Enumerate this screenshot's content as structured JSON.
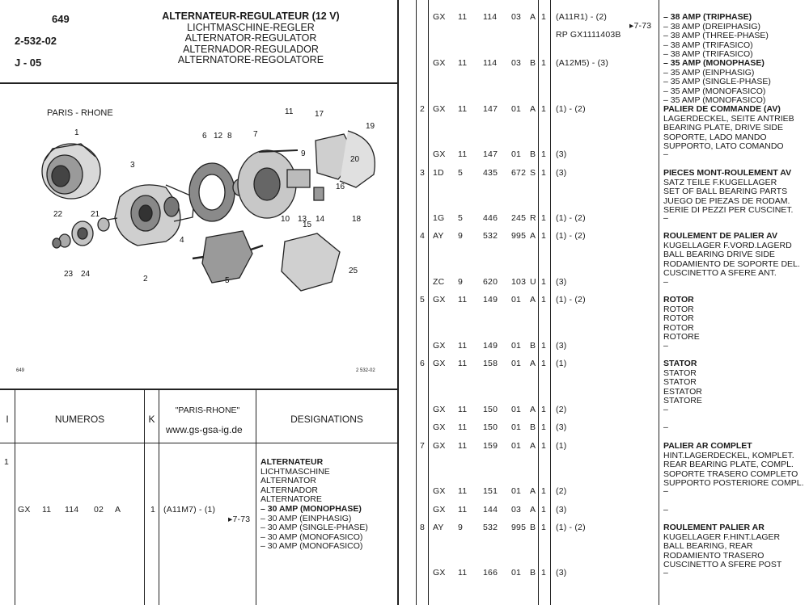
{
  "header": {
    "page_no": "649",
    "ref": "2-532-02",
    "date": "J - 05",
    "titles": [
      "ALTERNATEUR-REGULATEUR (12 V)",
      "LICHTMASCHINE-REGLER",
      "ALTERNATOR-REGULATOR",
      "ALTERNADOR-REGULADOR",
      "ALTERNATORE-REGOLATORE"
    ]
  },
  "diagram": {
    "brand": "PARIS - RHONE",
    "page_mark": "649",
    "ref_mark": "2 532-02",
    "callouts": [
      "1",
      "2",
      "3",
      "4",
      "5",
      "6",
      "7",
      "8",
      "9",
      "10",
      "11",
      "12",
      "13",
      "14",
      "15",
      "16",
      "17",
      "18",
      "19",
      "20",
      "21",
      "22",
      "23",
      "24",
      "25"
    ]
  },
  "table_header": {
    "col_i": "I",
    "numeros": "NUMEROS",
    "col_k": "K",
    "brand": "\"PARIS-RHONE\"",
    "website": "www.gs-gsa-ig.de",
    "designations": "DESIGNATIONS"
  },
  "left_rows": [
    {
      "item": "1",
      "prefix": "GX",
      "n1": "11",
      "n2": "114",
      "n3": "02",
      "v": "A",
      "k": "1",
      "ref": "(A11M7) - (1)",
      "see": "▸7-73",
      "desc": [
        {
          "text": "ALTERNATEUR",
          "bold": true
        },
        {
          "text": "LICHTMASCHINE",
          "bold": false
        },
        {
          "text": "ALTERNATOR",
          "bold": false
        },
        {
          "text": "ALTERNADOR",
          "bold": false
        },
        {
          "text": "ALTERNATORE",
          "bold": false
        },
        {
          "text": "–  30 AMP (MONOPHASE)",
          "bold": true
        },
        {
          "text": "–  30 AMP (EINPHASIG)",
          "bold": false
        },
        {
          "text": "–  30 AMP (SINGLE-PHASE)",
          "bold": false
        },
        {
          "text": "–  30 AMP (MONOFASICO)",
          "bold": false
        },
        {
          "text": "–  30 AMP (MONOFASICO)",
          "bold": false
        }
      ]
    }
  ],
  "right_rows": [
    {
      "item": "",
      "prefix": "GX",
      "n1": "11",
      "n2": "114",
      "n3": "03",
      "v": "A",
      "k": "1",
      "ref": "(A11R1) - (2)",
      "ref2": "RP GX1111403B",
      "see": "▸7-73",
      "desc": [
        {
          "text": "–  38 AMP (TRIPHASE)",
          "bold": true
        },
        {
          "text": "–  38 AMP (DREIPHASIG)",
          "bold": false
        },
        {
          "text": "–  38 AMP (THREE-PHASE)",
          "bold": false
        },
        {
          "text": "–  38 AMP (TRIFASICO)",
          "bold": false
        },
        {
          "text": "–  38 AMP (TRIFASICO)",
          "bold": false
        }
      ]
    },
    {
      "item": "",
      "prefix": "GX",
      "n1": "11",
      "n2": "114",
      "n3": "03",
      "v": "B",
      "k": "1",
      "ref": "(A12M5) - (3)",
      "ref2": "",
      "see": "",
      "desc": [
        {
          "text": "–  35 AMP (MONOPHASE)",
          "bold": true
        },
        {
          "text": "–  35 AMP (EINPHASIG)",
          "bold": false
        },
        {
          "text": "–  35 AMP (SINGLE-PHASE)",
          "bold": false
        },
        {
          "text": "–  35 AMP (MONOFASICO)",
          "bold": false
        },
        {
          "text": "–  35 AMP (MONOFASICO)",
          "bold": false
        }
      ]
    },
    {
      "item": "2",
      "prefix": "GX",
      "n1": "11",
      "n2": "147",
      "n3": "01",
      "v": "A",
      "k": "1",
      "ref": "(1) - (2)",
      "ref2": "",
      "see": "",
      "desc": [
        {
          "text": "PALIER DE COMMANDE (AV)",
          "bold": true
        },
        {
          "text": "LAGERDECKEL, SEITE ANTRIEB",
          "bold": false
        },
        {
          "text": "BEARING PLATE, DRIVE SIDE",
          "bold": false
        },
        {
          "text": "SOPORTE, LADO MANDO",
          "bold": false
        },
        {
          "text": "SUPPORTO, LATO COMANDO",
          "bold": false
        }
      ]
    },
    {
      "item": "",
      "prefix": "GX",
      "n1": "11",
      "n2": "147",
      "n3": "01",
      "v": "B",
      "k": "1",
      "ref": "(3)",
      "ref2": "",
      "see": "",
      "desc": [
        {
          "text": "–",
          "bold": false
        }
      ]
    },
    {
      "item": "3",
      "prefix": "1D",
      "n1": "5",
      "n2": "435",
      "n3": "672",
      "v": "S",
      "k": "1",
      "ref": "(3)",
      "ref2": "",
      "see": "",
      "desc": [
        {
          "text": "PIECES MONT-ROULEMENT AV",
          "bold": true
        },
        {
          "text": "SATZ TEILE F.KUGELLAGER",
          "bold": false
        },
        {
          "text": "SET OF BALL BEARING PARTS",
          "bold": false
        },
        {
          "text": "JUEGO DE PIEZAS DE RODAM.",
          "bold": false
        },
        {
          "text": "SERIE DI PEZZI PER CUSCINET.",
          "bold": false
        }
      ]
    },
    {
      "item": "",
      "prefix": "1G",
      "n1": "5",
      "n2": "446",
      "n3": "245",
      "v": "R",
      "k": "1",
      "ref": "(1) - (2)",
      "ref2": "",
      "see": "",
      "desc": [
        {
          "text": "–",
          "bold": false
        }
      ]
    },
    {
      "item": "4",
      "prefix": "AY",
      "n1": "9",
      "n2": "532",
      "n3": "995",
      "v": "A",
      "k": "1",
      "ref": "(1) - (2)",
      "ref2": "",
      "see": "",
      "desc": [
        {
          "text": "ROULEMENT DE PALIER AV",
          "bold": true
        },
        {
          "text": "KUGELLAGER F.VORD.LAGERD",
          "bold": false
        },
        {
          "text": "BALL BEARING DRIVE SIDE",
          "bold": false
        },
        {
          "text": "RODAMIENTO DE SOPORTE DEL.",
          "bold": false
        },
        {
          "text": "CUSCINETTO A SFERE ANT.",
          "bold": false
        }
      ]
    },
    {
      "item": "",
      "prefix": "ZC",
      "n1": "9",
      "n2": "620",
      "n3": "103",
      "v": "U",
      "k": "1",
      "ref": "(3)",
      "ref2": "",
      "see": "",
      "desc": [
        {
          "text": "–",
          "bold": false
        }
      ]
    },
    {
      "item": "5",
      "prefix": "GX",
      "n1": "11",
      "n2": "149",
      "n3": "01",
      "v": "A",
      "k": "1",
      "ref": "(1) - (2)",
      "ref2": "",
      "see": "",
      "desc": [
        {
          "text": "ROTOR",
          "bold": true
        },
        {
          "text": "ROTOR",
          "bold": false
        },
        {
          "text": "ROTOR",
          "bold": false
        },
        {
          "text": "ROTOR",
          "bold": false
        },
        {
          "text": "ROTORE",
          "bold": false
        }
      ]
    },
    {
      "item": "",
      "prefix": "GX",
      "n1": "11",
      "n2": "149",
      "n3": "01",
      "v": "B",
      "k": "1",
      "ref": "(3)",
      "ref2": "",
      "see": "",
      "desc": [
        {
          "text": "–",
          "bold": false
        }
      ]
    },
    {
      "item": "6",
      "prefix": "GX",
      "n1": "11",
      "n2": "158",
      "n3": "01",
      "v": "A",
      "k": "1",
      "ref": "(1)",
      "ref2": "",
      "see": "",
      "desc": [
        {
          "text": "STATOR",
          "bold": true
        },
        {
          "text": "STATOR",
          "bold": false
        },
        {
          "text": "STATOR",
          "bold": false
        },
        {
          "text": "ESTATOR",
          "bold": false
        },
        {
          "text": "STATORE",
          "bold": false
        }
      ]
    },
    {
      "item": "",
      "prefix": "GX",
      "n1": "11",
      "n2": "150",
      "n3": "01",
      "v": "A",
      "k": "1",
      "ref": "(2)",
      "ref2": "",
      "see": "",
      "desc": [
        {
          "text": "–",
          "bold": false
        }
      ]
    },
    {
      "item": "",
      "prefix": "GX",
      "n1": "11",
      "n2": "150",
      "n3": "01",
      "v": "B",
      "k": "1",
      "ref": "(3)",
      "ref2": "",
      "see": "",
      "desc": [
        {
          "text": "–",
          "bold": false
        }
      ]
    },
    {
      "item": "7",
      "prefix": "GX",
      "n1": "11",
      "n2": "159",
      "n3": "01",
      "v": "A",
      "k": "1",
      "ref": "(1)",
      "ref2": "",
      "see": "",
      "desc": [
        {
          "text": "PALIER AR COMPLET",
          "bold": true
        },
        {
          "text": "HINT.LAGERDECKEL, KOMPLET.",
          "bold": false
        },
        {
          "text": "REAR BEARING PLATE, COMPL.",
          "bold": false
        },
        {
          "text": "SOPORTE TRASERO COMPLETO",
          "bold": false
        },
        {
          "text": "SUPPORTO POSTERIORE COMPL.",
          "bold": false
        }
      ]
    },
    {
      "item": "",
      "prefix": "GX",
      "n1": "11",
      "n2": "151",
      "n3": "01",
      "v": "A",
      "k": "1",
      "ref": "(2)",
      "ref2": "",
      "see": "",
      "desc": [
        {
          "text": "–",
          "bold": false
        }
      ]
    },
    {
      "item": "",
      "prefix": "GX",
      "n1": "11",
      "n2": "144",
      "n3": "03",
      "v": "A",
      "k": "1",
      "ref": "(3)",
      "ref2": "",
      "see": "",
      "desc": [
        {
          "text": "–",
          "bold": false
        }
      ]
    },
    {
      "item": "8",
      "prefix": "AY",
      "n1": "9",
      "n2": "532",
      "n3": "995",
      "v": "B",
      "k": "1",
      "ref": "(1) - (2)",
      "ref2": "",
      "see": "",
      "desc": [
        {
          "text": "ROULEMENT PALIER AR",
          "bold": true
        },
        {
          "text": "KUGELLAGER F.HINT.LAGER",
          "bold": false
        },
        {
          "text": "BALL BEARING, REAR",
          "bold": false
        },
        {
          "text": "RODAMIENTO TRASERO",
          "bold": false
        },
        {
          "text": "CUSCINETTO A SFERE POST",
          "bold": false
        }
      ]
    },
    {
      "item": "",
      "prefix": "GX",
      "n1": "11",
      "n2": "166",
      "n3": "01",
      "v": "B",
      "k": "1",
      "ref": "(3)",
      "ref2": "",
      "see": "",
      "desc": [
        {
          "text": "–",
          "bold": false
        }
      ]
    }
  ]
}
